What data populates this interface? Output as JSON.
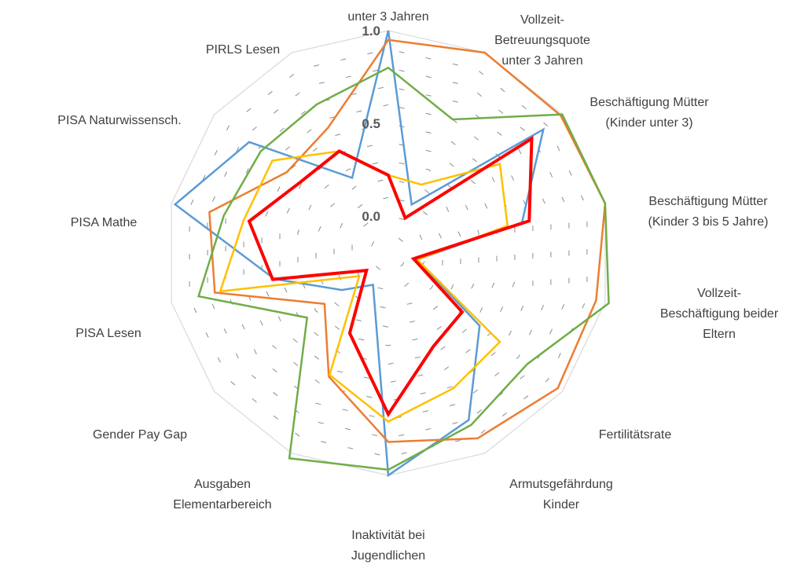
{
  "chart_data": {
    "type": "radar",
    "categories": [
      [
        "unter 3 Jahren"
      ],
      [
        "Vollzeit-",
        "Betreuungsquote",
        "unter 3 Jahren"
      ],
      [
        "Beschäftigung Mütter",
        "(Kinder unter 3)"
      ],
      [
        "Beschäftigung Mütter",
        "(Kinder 3 bis 5 Jahre)"
      ],
      [
        "Vollzeit-",
        "Beschäftigung beider",
        "Eltern"
      ],
      [
        "Fertilitätsrate"
      ],
      [
        "Armutsgefährdung",
        "Kinder"
      ],
      [
        "Inaktivität bei",
        "Jugendlichen"
      ],
      [
        "Ausgaben",
        "Elementarbereich"
      ],
      [
        "Gender Pay Gap"
      ],
      [
        "PISA Lesen"
      ],
      [
        "PISA Mathe"
      ],
      [
        "PISA Naturwissensch."
      ],
      [
        "PIRLS Lesen"
      ]
    ],
    "tick_labels": [
      "0.0",
      "0.5",
      "1.0"
    ],
    "rlim": [
      -0.2,
      1.0
    ],
    "grid": true,
    "series": [
      {
        "color": "#5b9bd5",
        "width": 2.5,
        "values": [
          1.0,
          0.09,
          0.87,
          0.54,
          -0.04,
          0.43,
          0.8,
          1.0,
          -0.01,
          0.12,
          0.43,
          0.98,
          0.76,
          0.25
        ]
      },
      {
        "color": "#ed7d31",
        "width": 2.5,
        "values": [
          0.95,
          1.0,
          0.99,
          1.0,
          0.95,
          0.97,
          0.91,
          0.82,
          0.54,
          0.24,
          0.76,
          0.79,
          0.5,
          0.55
        ]
      },
      {
        "color": "#70ad47",
        "width": 2.5,
        "values": [
          0.8,
          0.6,
          1.0,
          1.0,
          1.02,
          0.76,
          0.83,
          0.97,
          1.03,
          0.36,
          0.85,
          0.71,
          0.68,
          0.69
        ]
      },
      {
        "color": "#ffc000",
        "width": 2.5,
        "values": [
          0.22,
          0.21,
          0.57,
          0.46,
          -0.04,
          0.57,
          0.61,
          0.71,
          0.53,
          0.0,
          0.73,
          0.6,
          0.6,
          0.41
        ]
      },
      {
        "color": "#ff0000",
        "width": 4,
        "values": [
          0.22,
          0.01,
          0.79,
          0.58,
          -0.06,
          0.31,
          0.36,
          0.67,
          0.28,
          -0.05,
          0.44,
          0.57,
          0.41,
          0.41
        ]
      }
    ]
  }
}
